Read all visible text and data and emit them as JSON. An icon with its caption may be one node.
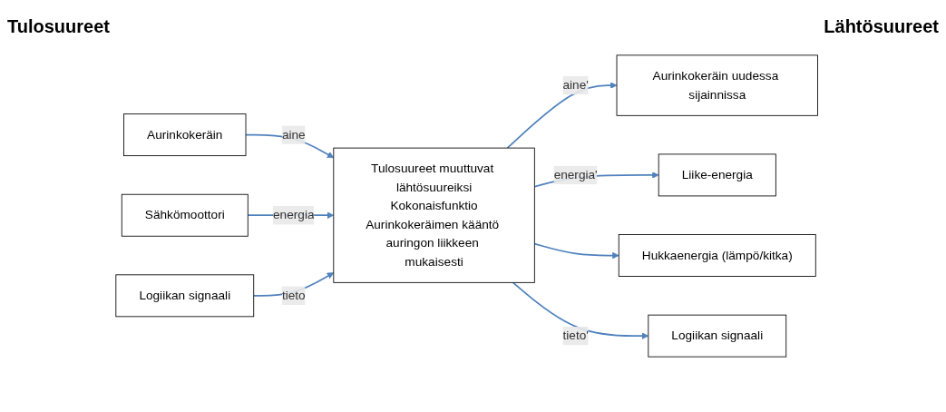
{
  "diagram": {
    "nodes": [
      {
        "text": [
          "Aurinkokeräin"
        ]
      },
      {
        "text": [
          "Sähkömoottori"
        ]
      },
      {
        "text": [
          "Logiikan signaali"
        ]
      },
      {
        "text": [
          "Tulosuureet muuttuvat lähtösuureiksi",
          "Kokonaisfunktio",
          "Aurinkokeräimen kääntö auringon liikkeen mukaisesti"
        ]
      },
      {
        "text": [
          "Aurinkokeräin uudessa sijainnissa"
        ]
      },
      {
        "text": [
          "Liike-energia"
        ]
      },
      {
        "text": [
          "Hukkaenergia (lämpö/kitka)"
        ]
      },
      {
        "text": [
          "Logiikan signaali"
        ]
      }
    ],
    "edges": [
      {
        "from": 0,
        "to": 3,
        "arrow": "to",
        "label": "aine"
      },
      {
        "from": 1,
        "to": 3,
        "arrow": "to",
        "label": "energia"
      },
      {
        "from": 2,
        "to": 3,
        "arrow": "to",
        "label": "tieto"
      },
      {
        "from": 3,
        "to": 4,
        "arrow": "to",
        "label": "aine'"
      },
      {
        "from": 3,
        "to": 5,
        "arrow": "to",
        "label": "energia'"
      },
      {
        "from": 3,
        "to": 6,
        "arrow": "to"
      },
      {
        "from": 3,
        "to": 7,
        "arrow": "to",
        "label": "tieto'"
      }
    ],
    "labels": [
      "Tulosuureet",
      "Lähtösuureet"
    ]
  }
}
